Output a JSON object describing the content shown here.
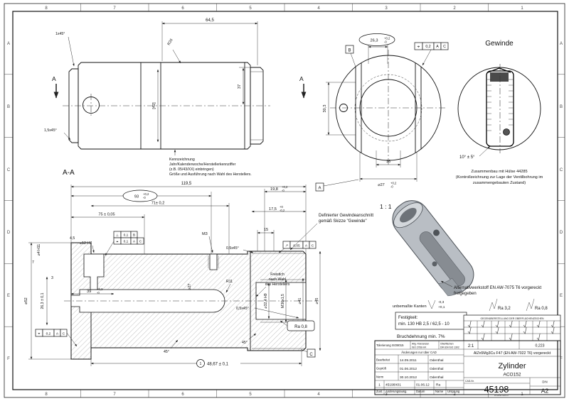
{
  "frame": {
    "top": [
      "8",
      "7",
      "6",
      "5",
      "4",
      "3",
      "2",
      "1"
    ],
    "bottom": [
      "8",
      "7",
      "6",
      "5",
      "4",
      "3",
      "2",
      "1"
    ],
    "left": [
      "A",
      "B",
      "C",
      "D",
      "E",
      "F"
    ],
    "right": [
      "A",
      "B",
      "C",
      "D",
      "E",
      "F"
    ]
  },
  "side_view": {
    "dim_length": "64,5",
    "chamfer_top": "1x45°",
    "chamfer_bottom": "1,5x45°",
    "radius": "R26",
    "dim_37": "37",
    "dim_42": "[42]",
    "section_letter_left": "A",
    "section_letter_right": "A",
    "note_line1": "Kennzeichnung",
    "note_line2": "Jahr/Kalenderwoche/Herstellerkennziffer",
    "note_line3": "(z.B. 05/43/XX) einbringen)",
    "note_line4": "Größe und Ausführung nach Wahl des Herstellers."
  },
  "front_view": {
    "dim_width": "26,3",
    "dim_width_tol_up": "+0,2",
    "dim_width_tol_dn": "-0",
    "fcf_sym": "⌖",
    "fcf_val": "0,2",
    "fcf_d1": "A",
    "fcf_d2": "C",
    "datum_b": "B",
    "datum_a": "A",
    "dim_height": "30,3",
    "dim_16": "16",
    "dim_bore": "⌀27",
    "dim_bore_tol_up": "+0,2",
    "dim_bore_tol_dn": "-0"
  },
  "gewinde": {
    "title": "Gewinde",
    "angle": "10° ± 5°",
    "cap1": "Zusammenbau mit Hülse 44285",
    "cap2": "(Kontrollzeichnung zur Lage der Ventilbohrung im",
    "cap3": "zusammengebauten Zustand)"
  },
  "section": {
    "label": "A-A",
    "d_1195": "119,5",
    "d_93": "93",
    "d_93_up": "+0,2",
    "d_93_dn": "-0",
    "d_198": "19,8",
    "d_198_up": "+0,2",
    "d_198_dn": "-0",
    "d_71": "71± 0,2",
    "d_175": "17,5",
    "d_175_up": "+0",
    "d_175_dn": "-0,2",
    "d_75": "75 ± 0,05",
    "d_15": "15",
    "d_m3": "M3",
    "d_45c": "4,5",
    "d_12h7": "⌀12 H7",
    "fcf1_sym": "⊥",
    "fcf1_val": "0,1",
    "fcf1_dat": "B",
    "fcf2_sym": "⌖",
    "fcf2_val": "0,1",
    "fcf2_d1": "A",
    "fcf2_d2": "C",
    "chamfer1": "0,5x45°",
    "fcf3_sym": "↗",
    "fcf3_val": "0,05",
    "fcf3_d1": "A",
    "fcf3_d2": "C",
    "d_4h11": "⌀4 H11",
    "d_7": "7",
    "d_3": "3",
    "d_39": "39",
    "d_39_up": "+0,3",
    "d_39_dn": "-0",
    "d_27": "⌀27",
    "d_r11": "R11",
    "freistich1": "Freistich",
    "freistich2": "nach Wahl",
    "freistich3": "des Herstellers",
    "d_324": "⌀32,4 H9",
    "d_m36": "M36x1,5",
    "d_41": "⌀41",
    "d_45": "⌀45",
    "chamfer2": "0,5x45°",
    "ra08": "Ra 0,8",
    "d_52": "⌀52",
    "d_263": "26,3 ± 0,1",
    "fcf4_sym": "⌖",
    "fcf4_val": "0,2",
    "fcf4_d1": "A",
    "fcf4_d2": "C",
    "ang45_1": "45°",
    "ang45_2": "45°",
    "d_4867": "48,67 ± 0,1",
    "d_4867_idx": "1",
    "datum_c": "C",
    "gw_note1": "Definierter Gewindeanschnitt",
    "gw_note2": "gemäß Skizze \"Gewinde\""
  },
  "iso": {
    "scale": "1 : 1",
    "alt1": "Alternativwerkstoff EN AW-7075 T6 vorgereckt",
    "alt2": "freigegeben"
  },
  "notes": {
    "kanten": "unbemaßte Kanten",
    "kanten_minus": "-0,3",
    "kanten_plus": "+0,1",
    "fest1": "Festigkeit:",
    "fest2": "min. 130 HB 2,5 / 62,5 - 10",
    "bruch": "Bruchdehnung min. 7%",
    "ra32": "Ra 3,2",
    "ra08": "Ra 0,8"
  },
  "titleblock": {
    "surface_title": "GEGENÜBERSTELLUNG DER OBERFLÄCHENZEICHEN",
    "tol": "Tolerierung ISO8015",
    "allg1": "Allg.-Toleranzen",
    "allg2": "ISO 2768 mK",
    "surf1": "Oberflächen",
    "surf2": "DIN EN ISO 1302",
    "cad_note": "Änderungen nur über CAD",
    "scale": "2:1",
    "weight": "0,223",
    "material": "AlZn5Mg3Cu F47 (EN AW-7022 T6) vorgereckt",
    "rows": [
      {
        "label": "Bearbeitet",
        "date": "14.09.2011",
        "name": "Odenthal"
      },
      {
        "label": "Geprüft",
        "date": "01.06.2012",
        "name": "Odenthal"
      },
      {
        "label": "Norm",
        "date": "30.10.2012",
        "name": "Odenthal"
      }
    ],
    "title": "Zylinder",
    "subtitle": "ACO152",
    "number": "45198",
    "din": "DIN",
    "format": "A2",
    "cadnr": "CAD-Nr.",
    "rev_zust": "1",
    "rev_id": "45198X01",
    "rev_date": "01.06.12",
    "rev_name": "Ra",
    "h_zust": "Zust.",
    "h_aend": "Änderungsausg.",
    "h_datum": "Datum",
    "h_name": "Name",
    "h_urspr": "Ursprung",
    "erstellt": "Erstellt durch"
  }
}
